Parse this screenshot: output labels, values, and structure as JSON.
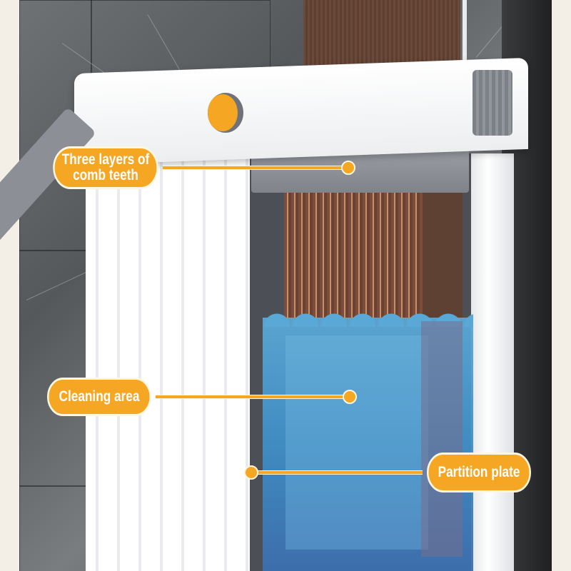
{
  "image": {
    "subject": "mop bucket cutaway illustration",
    "colors": {
      "callout_fill": "#f5a623",
      "callout_border": "#fff6e0",
      "callout_text": "#ffffff",
      "background": "#f4efe6",
      "wall": "#5f6265",
      "bucket": "#ffffff",
      "handle": "#8c9096",
      "water": "#3f8fc6",
      "mop_pad": "#6b4a3a"
    }
  },
  "callouts": [
    {
      "id": "comb-teeth",
      "lines": [
        "Three layers  of",
        "comb teeth"
      ]
    },
    {
      "id": "cleaning-area",
      "lines": [
        "Cleaning area"
      ]
    },
    {
      "id": "partition-plate",
      "lines": [
        "Partition plate"
      ]
    }
  ]
}
